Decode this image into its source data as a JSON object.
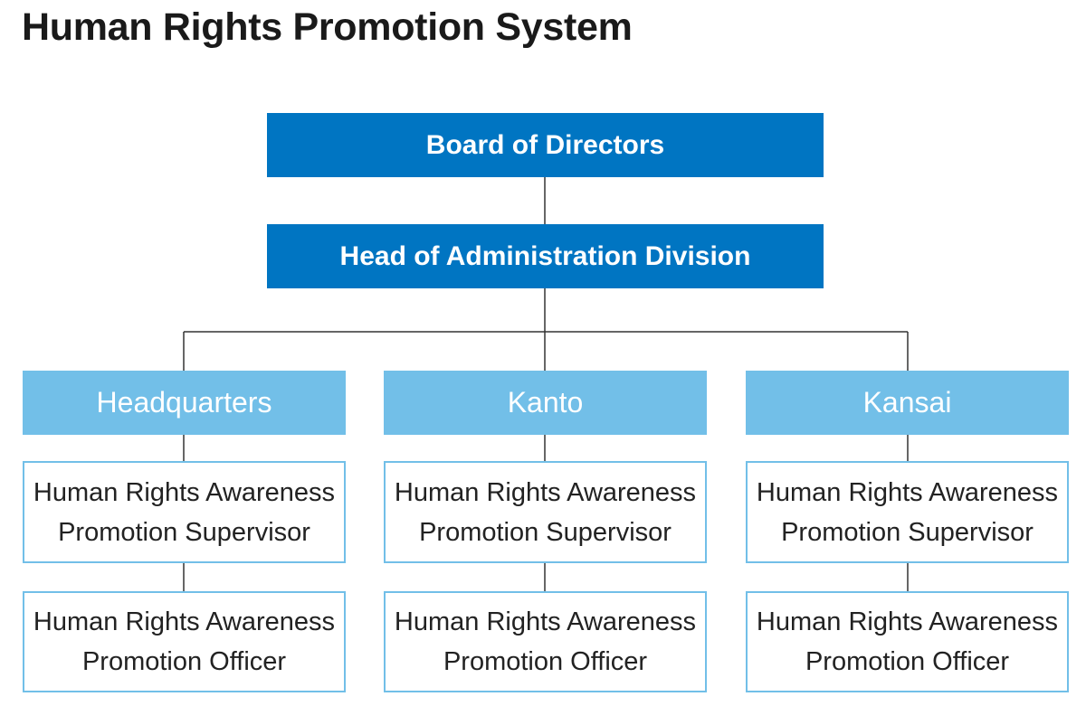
{
  "title": "Human Rights Promotion System",
  "top": {
    "board": "Board of Directors",
    "head": "Head of Administration Division"
  },
  "branches": [
    {
      "name": "Headquarters",
      "supervisor": {
        "line1": "Human Rights Awareness",
        "line2": "Promotion Supervisor"
      },
      "officer": {
        "line1": "Human Rights Awareness",
        "line2": "Promotion Officer"
      }
    },
    {
      "name": "Kanto",
      "supervisor": {
        "line1": "Human Rights Awareness",
        "line2": "Promotion Supervisor"
      },
      "officer": {
        "line1": "Human Rights Awareness",
        "line2": "Promotion Officer"
      }
    },
    {
      "name": "Kansai",
      "supervisor": {
        "line1": "Human Rights Awareness",
        "line2": "Promotion Supervisor"
      },
      "officer": {
        "line1": "Human Rights Awareness",
        "line2": "Promotion Officer"
      }
    }
  ],
  "colors": {
    "dark_box": "#0075c2",
    "light_box": "#72bfe8",
    "outline": "#72bfe8",
    "connector": "#333333"
  }
}
